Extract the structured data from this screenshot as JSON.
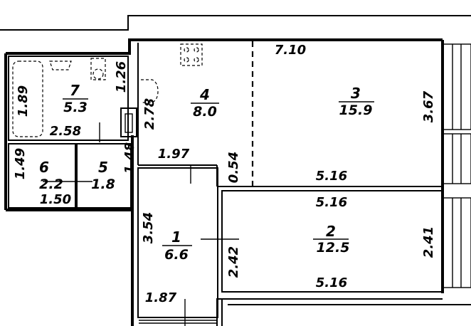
{
  "rooms": [
    {
      "number": "1",
      "area": "6.6"
    },
    {
      "number": "2",
      "area": "12.5"
    },
    {
      "number": "3",
      "area": "15.9"
    },
    {
      "number": "4",
      "area": "8.0"
    },
    {
      "number": "5",
      "area": "1.8"
    },
    {
      "number": "6",
      "area": "2.2"
    },
    {
      "number": "7",
      "area": "5.3"
    }
  ],
  "dimensions": {
    "d_7_10": "7.10",
    "d_3_67": "3.67",
    "d_5_16_room3": "5.16",
    "d_5_16_room2_top": "5.16",
    "d_5_16_room2_bottom": "5.16",
    "d_2_41": "2.41",
    "d_2_42": "2.42",
    "d_0_54": "0.54",
    "d_2_78": "2.78",
    "d_1_97": "1.97",
    "d_3_54": "3.54",
    "d_1_87": "1.87",
    "d_1_89": "1.89",
    "d_1_26": "1.26",
    "d_2_58": "2.58",
    "d_1_49": "1.49",
    "d_1_48": "1.48",
    "d_1_50": "1.50"
  }
}
